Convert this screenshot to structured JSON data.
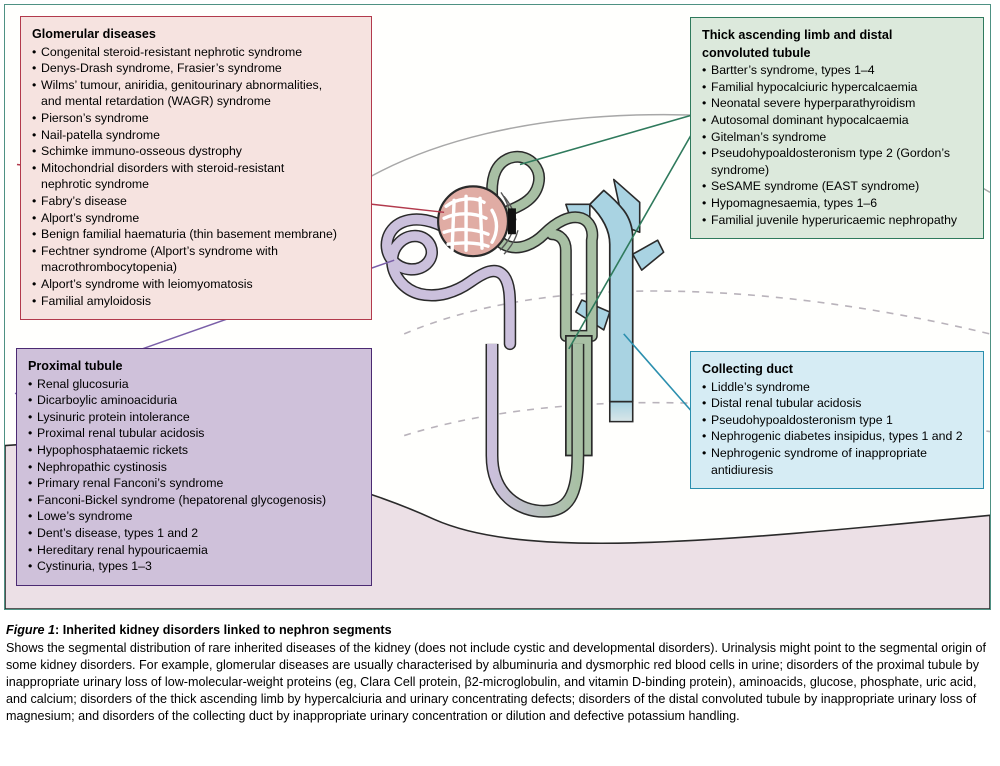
{
  "figure": {
    "caption_label": "Figure 1",
    "caption_title": "Inherited kidney disorders linked to nephron segments",
    "caption_body": "Shows the segmental distribution of rare inherited diseases of the kidney (does not include cystic and developmental disorders). Urinalysis might point to the segmental origin of some kidney disorders. For example, glomerular diseases are usually characterised by albuminuria and dysmorphic red blood cells in urine; disorders of the proximal tubule by inappropriate urinary loss of low-molecular-weight proteins (eg, Clara Cell protein, β2-microglobulin, and vitamin D-binding protein), aminoacids, glucose, phosphate, uric acid, and calcium; disorders of the thick ascending limb by hypercalciuria and urinary concentrating defects; disorders of the distal convoluted tubule by inappropriate urinary loss of magnesium; and disorders of the collecting duct by inappropriate urinary concentration or dilution and defective potassium handling."
  },
  "boxes": {
    "glomerular": {
      "title": "Glomerular diseases",
      "border_color": "#b23a4c",
      "fill_color": "#f6e3e0",
      "items": [
        {
          "text": "Congenital steroid-resistant nephrotic syndrome",
          "cont": false
        },
        {
          "text": "Denys-Drash syndrome, Frasier’s syndrome",
          "cont": false
        },
        {
          "text": "Wilms’ tumour, aniridia, genitourinary abnormalities,",
          "cont": false
        },
        {
          "text": "and mental retardation (WAGR) syndrome",
          "cont": true
        },
        {
          "text": "Pierson’s syndrome",
          "cont": false
        },
        {
          "text": "Nail-patella syndrome",
          "cont": false
        },
        {
          "text": "Schimke immuno-osseous dystrophy",
          "cont": false
        },
        {
          "text": "Mitochondrial disorders with steroid-resistant",
          "cont": false
        },
        {
          "text": "nephrotic syndrome",
          "cont": true
        },
        {
          "text": "Fabry’s disease",
          "cont": false
        },
        {
          "text": "Alport’s syndrome",
          "cont": false
        },
        {
          "text": "Benign familial haematuria (thin basement membrane)",
          "cont": false
        },
        {
          "text": "Fechtner syndrome (Alport’s syndrome with",
          "cont": false
        },
        {
          "text": "macrothrombocytopenia)",
          "cont": true
        },
        {
          "text": "Alport’s syndrome with leiomyomatosis",
          "cont": false
        },
        {
          "text": "Familial amyloidosis",
          "cont": false
        }
      ]
    },
    "proximal": {
      "title": "Proximal tubule",
      "border_color": "#4b2a72",
      "fill_color": "#cfc1da",
      "items": [
        {
          "text": "Renal glucosuria",
          "cont": false
        },
        {
          "text": "Dicarboylic aminoaciduria",
          "cont": false
        },
        {
          "text": "Lysinuric protein intolerance",
          "cont": false
        },
        {
          "text": "Proximal renal tubular acidosis",
          "cont": false
        },
        {
          "text": "Hypophosphataemic rickets",
          "cont": false
        },
        {
          "text": "Nephropathic cystinosis",
          "cont": false
        },
        {
          "text": "Primary renal Fanconi’s syndrome",
          "cont": false
        },
        {
          "text": "Fanconi-Bickel syndrome (hepatorenal glycogenosis)",
          "cont": false
        },
        {
          "text": "Lowe’s syndrome",
          "cont": false
        },
        {
          "text": "Dent’s disease, types 1 and 2",
          "cont": false
        },
        {
          "text": "Hereditary renal hypouricaemia",
          "cont": false
        },
        {
          "text": "Cystinuria, types 1–3",
          "cont": false
        }
      ]
    },
    "thick": {
      "title_line1": "Thick ascending limb and distal",
      "title_line2": "convoluted tubule",
      "border_color": "#2f7a5c",
      "fill_color": "#dce9dc",
      "items": [
        {
          "text": "Bartter’s syndrome, types 1–4",
          "cont": false
        },
        {
          "text": "Familial hypocalciuric hypercalcaemia",
          "cont": false
        },
        {
          "text": "Neonatal severe hyperparathyroidism",
          "cont": false
        },
        {
          "text": "Autosomal dominant hypocalcaemia",
          "cont": false
        },
        {
          "text": "Gitelman’s syndrome",
          "cont": false
        },
        {
          "text": "Pseudohypoaldosteronism type 2 (Gordon’s",
          "cont": false
        },
        {
          "text": "syndrome)",
          "cont": true
        },
        {
          "text": "SeSAME syndrome (EAST syndrome)",
          "cont": false
        },
        {
          "text": "Hypomagnesaemia, types 1–6",
          "cont": false
        },
        {
          "text": "Familial juvenile hyperuricaemic nephropathy",
          "cont": false
        }
      ]
    },
    "collecting": {
      "title": "Collecting duct",
      "border_color": "#2b8fae",
      "fill_color": "#d6ecf4",
      "items": [
        {
          "text": "Liddle’s syndrome",
          "cont": false
        },
        {
          "text": "Distal renal tubular acidosis",
          "cont": false
        },
        {
          "text": "Pseudohypoaldosteronism type 1",
          "cont": false
        },
        {
          "text": "Nephrogenic diabetes insipidus, types 1 and 2",
          "cont": false
        },
        {
          "text": "Nephrogenic syndrome of inappropriate",
          "cont": false
        },
        {
          "text": "antidiuresis",
          "cont": true
        }
      ]
    }
  },
  "diagram": {
    "frame_border_color": "#4e9183",
    "background_color": "#fffffd",
    "medulla_fill": "#ece0e6",
    "cortex_line_color": "#9a9a9a",
    "segments": [
      {
        "name": "glomerulus",
        "color": "#e0aca4",
        "label": "glomerulus"
      },
      {
        "name": "proximal-tubule",
        "color": "#cbc0dc",
        "label": "proximal tubule"
      },
      {
        "name": "distal-tubule",
        "color": "#a8c0a4",
        "label": "thick ascending limb and distal convoluted tubule"
      },
      {
        "name": "collecting-duct",
        "color": "#a9d3e2",
        "label": "collecting duct"
      }
    ],
    "connectors": [
      {
        "name": "glomerular-connector",
        "color": "#b23a4c"
      },
      {
        "name": "proximal-connector",
        "color": "#7a5fa8"
      },
      {
        "name": "thick-connector-upper",
        "color": "#2f7a5c"
      },
      {
        "name": "thick-connector-lower",
        "color": "#2f7a5c"
      },
      {
        "name": "collecting-connector",
        "color": "#2b8fae"
      }
    ]
  }
}
